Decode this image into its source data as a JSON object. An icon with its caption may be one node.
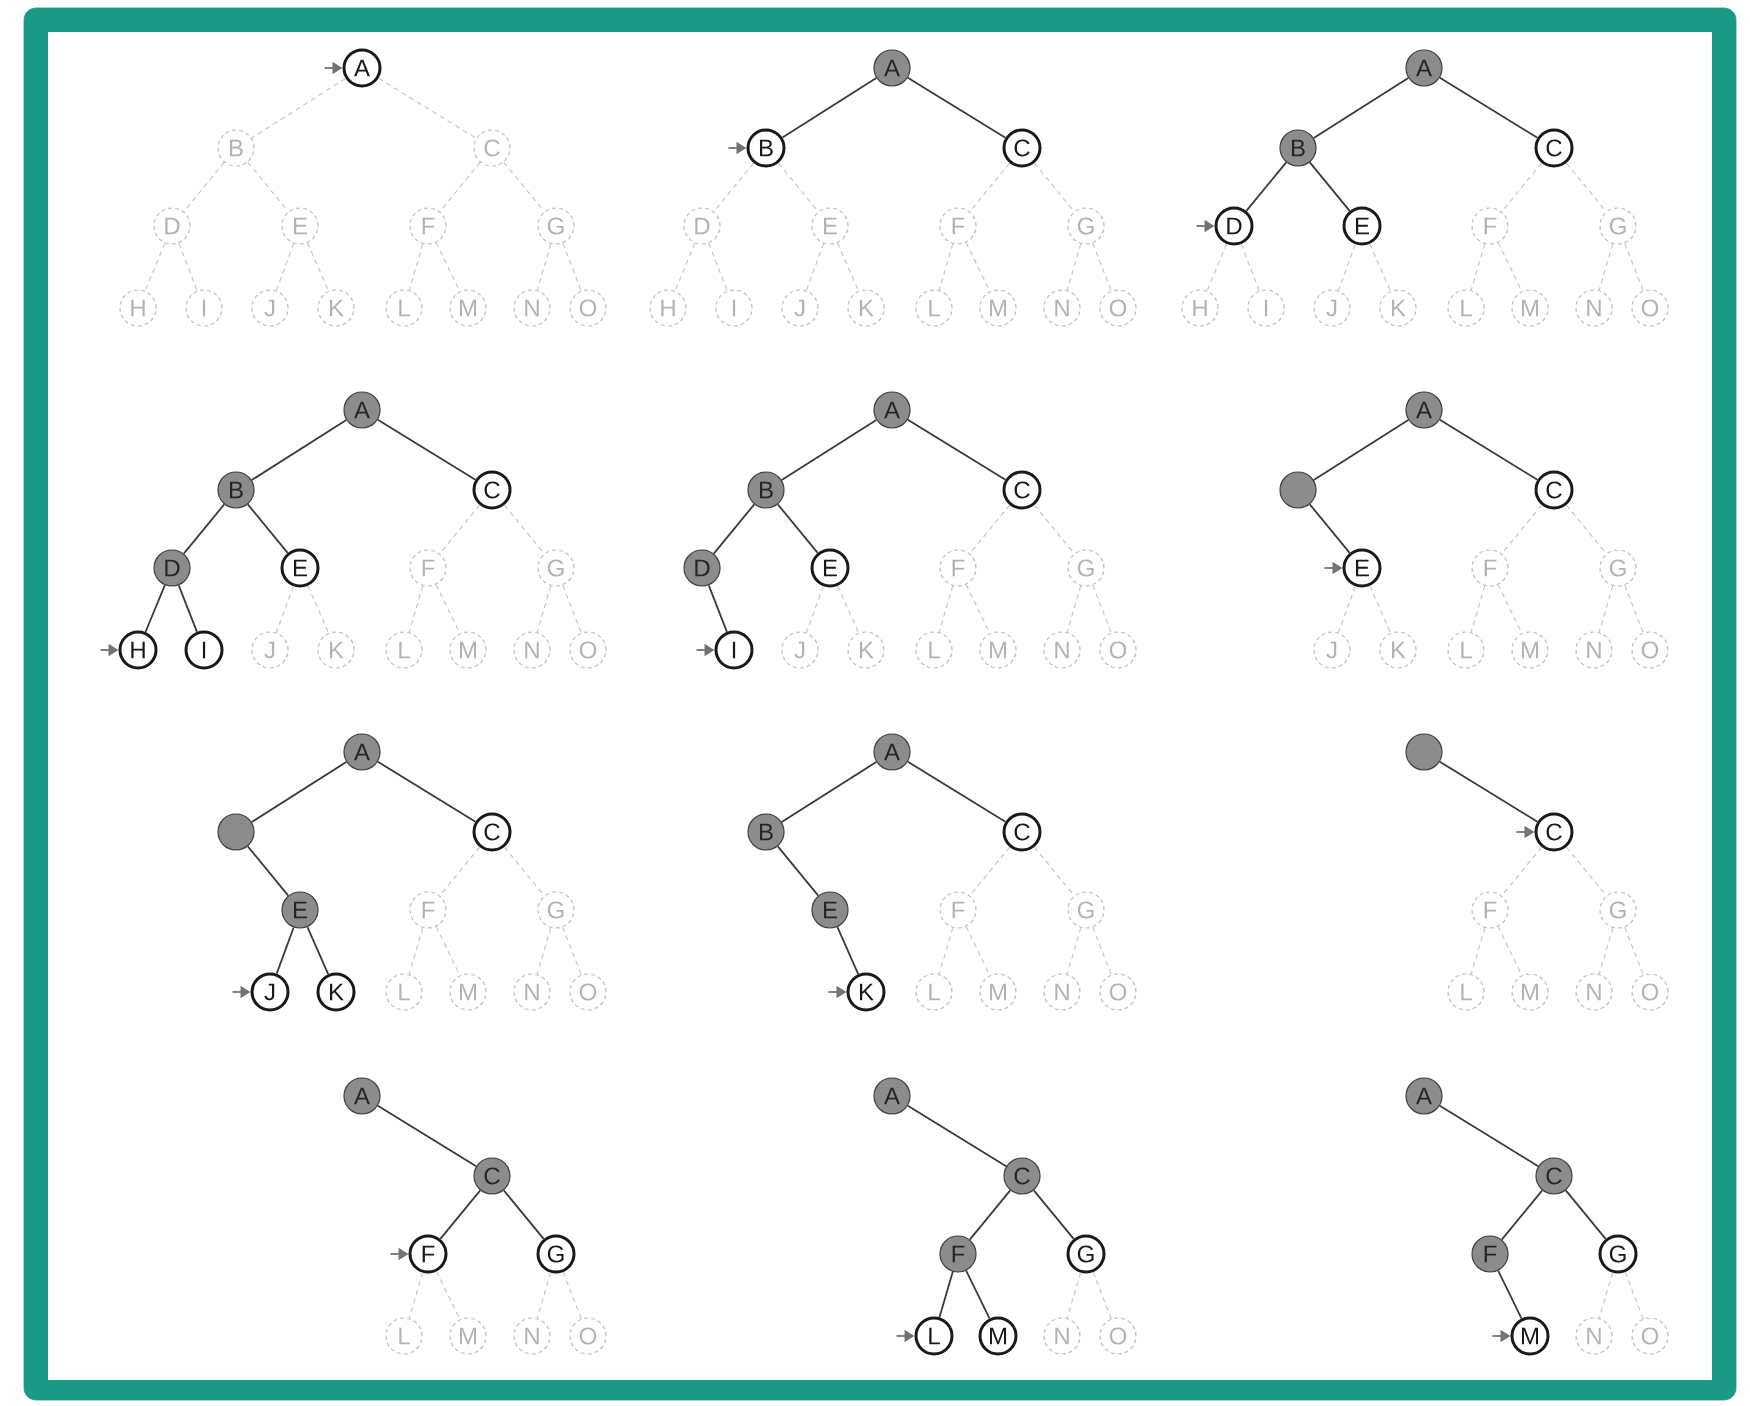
{
  "diagram": {
    "nodes": [
      {
        "text": [
          "A"
        ]
      },
      {
        "text": [
          "B"
        ]
      },
      {
        "text": [
          "C"
        ]
      },
      {
        "text": [
          "D"
        ]
      },
      {
        "text": [
          "E"
        ]
      },
      {
        "text": [
          "F"
        ]
      },
      {
        "text": [
          "G"
        ]
      },
      {
        "text": [
          "H"
        ]
      },
      {
        "text": [
          "I"
        ]
      },
      {
        "text": [
          "J"
        ]
      },
      {
        "text": [
          "K"
        ]
      },
      {
        "text": [
          "L"
        ]
      },
      {
        "text": [
          "M"
        ]
      },
      {
        "text": [
          "N"
        ]
      },
      {
        "text": [
          "O"
        ]
      },
      {
        "text": [
          "A"
        ]
      },
      {
        "text": [
          "B"
        ]
      },
      {
        "text": [
          "C"
        ]
      },
      {
        "text": [
          "D"
        ]
      },
      {
        "text": [
          "E"
        ]
      },
      {
        "text": [
          "F"
        ]
      },
      {
        "text": [
          "G"
        ]
      },
      {
        "text": [
          "H"
        ]
      },
      {
        "text": [
          "I"
        ]
      },
      {
        "text": [
          "J"
        ]
      },
      {
        "text": [
          "K"
        ]
      },
      {
        "text": [
          "L"
        ]
      },
      {
        "text": [
          "M"
        ]
      },
      {
        "text": [
          "N"
        ]
      },
      {
        "text": [
          "O"
        ]
      },
      {
        "text": [
          "A"
        ]
      },
      {
        "text": [
          "B"
        ]
      },
      {
        "text": [
          "C"
        ]
      },
      {
        "text": [
          "D"
        ]
      },
      {
        "text": [
          "E"
        ]
      },
      {
        "text": [
          "F"
        ]
      },
      {
        "text": [
          "G"
        ]
      },
      {
        "text": [
          "H"
        ]
      },
      {
        "text": [
          "I"
        ]
      },
      {
        "text": [
          "J"
        ]
      },
      {
        "text": [
          "K"
        ]
      },
      {
        "text": [
          "L"
        ]
      },
      {
        "text": [
          "M"
        ]
      },
      {
        "text": [
          "N"
        ]
      },
      {
        "text": [
          "O"
        ]
      },
      {
        "text": [
          "A"
        ]
      },
      {
        "text": [
          "B"
        ]
      },
      {
        "text": [
          "C"
        ]
      },
      {
        "text": [
          "D"
        ]
      },
      {
        "text": [
          "E"
        ]
      },
      {
        "text": [
          "F"
        ]
      },
      {
        "text": [
          "G"
        ]
      },
      {
        "text": [
          "H"
        ]
      },
      {
        "text": [
          "I"
        ]
      },
      {
        "text": [
          "J"
        ]
      },
      {
        "text": [
          "K"
        ]
      },
      {
        "text": [
          "L"
        ]
      },
      {
        "text": [
          "M"
        ]
      },
      {
        "text": [
          "N"
        ]
      },
      {
        "text": [
          "O"
        ]
      },
      {
        "text": [
          "A"
        ]
      },
      {
        "text": [
          "B"
        ]
      },
      {
        "text": [
          "C"
        ]
      },
      {
        "text": [
          "D"
        ]
      },
      {
        "text": [
          "E"
        ]
      },
      {
        "text": [
          "F"
        ]
      },
      {
        "text": [
          "G"
        ]
      },
      {
        "text": [
          "I"
        ]
      },
      {
        "text": [
          "J"
        ]
      },
      {
        "text": [
          "K"
        ]
      },
      {
        "text": [
          "L"
        ]
      },
      {
        "text": [
          "M"
        ]
      },
      {
        "text": [
          "N"
        ]
      },
      {
        "text": [
          "O"
        ]
      },
      {
        "text": [
          "A"
        ]
      },
      {
        "text": [],
        "shape": "circle"
      },
      {
        "text": [
          "C"
        ]
      },
      {
        "text": [
          "E"
        ]
      },
      {
        "text": [
          "F"
        ]
      },
      {
        "text": [
          "G"
        ]
      },
      {
        "text": [
          "J"
        ]
      },
      {
        "text": [
          "K"
        ]
      },
      {
        "text": [
          "L"
        ]
      },
      {
        "text": [
          "M"
        ]
      },
      {
        "text": [
          "N"
        ]
      },
      {
        "text": [
          "O"
        ]
      },
      {
        "text": [
          "A"
        ]
      },
      {
        "text": [],
        "shape": "circle"
      },
      {
        "text": [
          "C"
        ]
      },
      {
        "text": [
          "E"
        ]
      },
      {
        "text": [
          "F"
        ]
      },
      {
        "text": [
          "G"
        ]
      },
      {
        "text": [
          "J"
        ]
      },
      {
        "text": [
          "K"
        ]
      },
      {
        "text": [
          "L"
        ]
      },
      {
        "text": [
          "M"
        ]
      },
      {
        "text": [
          "N"
        ]
      },
      {
        "text": [
          "O"
        ]
      },
      {
        "text": [
          "A"
        ]
      },
      {
        "text": [
          "B"
        ]
      },
      {
        "text": [
          "C"
        ]
      },
      {
        "text": [
          "E"
        ]
      },
      {
        "text": [
          "F"
        ]
      },
      {
        "text": [
          "G"
        ]
      },
      {
        "text": [
          "K"
        ]
      },
      {
        "text": [
          "L"
        ]
      },
      {
        "text": [
          "M"
        ]
      },
      {
        "text": [
          "N"
        ]
      },
      {
        "text": [
          "O"
        ]
      },
      {
        "text": [],
        "shape": "circle"
      },
      {
        "text": [
          "C"
        ]
      },
      {
        "text": [
          "F"
        ]
      },
      {
        "text": [
          "G"
        ]
      },
      {
        "text": [
          "L"
        ]
      },
      {
        "text": [
          "M"
        ]
      },
      {
        "text": [
          "N"
        ]
      },
      {
        "text": [
          "O"
        ]
      },
      {
        "text": [
          "A"
        ]
      },
      {
        "text": [
          "C"
        ]
      },
      {
        "text": [
          "F"
        ]
      },
      {
        "text": [
          "G"
        ]
      },
      {
        "text": [
          "L"
        ]
      },
      {
        "text": [
          "M"
        ]
      },
      {
        "text": [
          "N"
        ]
      },
      {
        "text": [
          "O"
        ]
      },
      {
        "text": [
          "A"
        ]
      },
      {
        "text": [
          "C"
        ]
      },
      {
        "text": [
          "F"
        ]
      },
      {
        "text": [
          "G"
        ]
      },
      {
        "text": [
          "L"
        ]
      },
      {
        "text": [
          "M"
        ]
      },
      {
        "text": [
          "N"
        ]
      },
      {
        "text": [
          "O"
        ]
      },
      {
        "text": [
          "A"
        ]
      },
      {
        "text": [
          "C"
        ]
      },
      {
        "text": [
          "F"
        ]
      },
      {
        "text": [
          "G"
        ]
      },
      {
        "text": [
          "M"
        ]
      },
      {
        "text": [
          "N"
        ]
      },
      {
        "text": [
          "O"
        ]
      }
    ],
    "edges": [
      {
        "from": 0,
        "to": 1,
        "arrow": "none",
        "style": "dashed"
      },
      {
        "from": 0,
        "to": 2,
        "arrow": "none",
        "style": "dashed"
      },
      {
        "from": 1,
        "to": 3,
        "arrow": "none",
        "style": "dashed"
      },
      {
        "from": 1,
        "to": 4,
        "arrow": "none",
        "style": "dashed"
      },
      {
        "from": 2,
        "to": 5,
        "arrow": "none",
        "style": "dashed"
      },
      {
        "from": 2,
        "to": 6,
        "arrow": "none",
        "style": "dashed"
      },
      {
        "from": 3,
        "to": 7,
        "arrow": "none",
        "style": "dashed"
      },
      {
        "from": 3,
        "to": 8,
        "arrow": "none",
        "style": "dashed"
      },
      {
        "from": 4,
        "to": 9,
        "arrow": "none",
        "style": "dashed"
      },
      {
        "from": 4,
        "to": 10,
        "arrow": "none",
        "style": "dashed"
      },
      {
        "from": 5,
        "to": 11,
        "arrow": "none",
        "style": "dashed"
      },
      {
        "from": 5,
        "to": 12,
        "arrow": "none",
        "style": "dashed"
      },
      {
        "from": 6,
        "to": 13,
        "arrow": "none",
        "style": "dashed"
      },
      {
        "from": 6,
        "to": 14,
        "arrow": "none",
        "style": "dashed"
      },
      {
        "from": null,
        "to": 0,
        "arrow": "to"
      },
      {
        "from": 15,
        "to": 16,
        "arrow": "none",
        "color": "#3a3a3a"
      },
      {
        "from": 15,
        "to": 17,
        "arrow": "none",
        "color": "#3a3a3a"
      },
      {
        "from": 16,
        "to": 18,
        "arrow": "none",
        "style": "dashed"
      },
      {
        "from": 16,
        "to": 19,
        "arrow": "none",
        "style": "dashed"
      },
      {
        "from": 17,
        "to": 20,
        "arrow": "none",
        "style": "dashed"
      },
      {
        "from": 17,
        "to": 21,
        "arrow": "none",
        "style": "dashed"
      },
      {
        "from": 18,
        "to": 22,
        "arrow": "none",
        "style": "dashed"
      },
      {
        "from": 18,
        "to": 23,
        "arrow": "none",
        "style": "dashed"
      },
      {
        "from": 19,
        "to": 24,
        "arrow": "none",
        "style": "dashed"
      },
      {
        "from": 19,
        "to": 25,
        "arrow": "none",
        "style": "dashed"
      },
      {
        "from": 20,
        "to": 26,
        "arrow": "none",
        "style": "dashed"
      },
      {
        "from": 20,
        "to": 27,
        "arrow": "none",
        "style": "dashed"
      },
      {
        "from": 21,
        "to": 28,
        "arrow": "none",
        "style": "dashed"
      },
      {
        "from": 21,
        "to": 29,
        "arrow": "none",
        "style": "dashed"
      },
      {
        "from": null,
        "to": 16,
        "arrow": "to"
      },
      {
        "from": 30,
        "to": 31,
        "arrow": "none",
        "color": "#3a3a3a"
      },
      {
        "from": 30,
        "to": 32,
        "arrow": "none",
        "color": "#3a3a3a"
      },
      {
        "from": 31,
        "to": 33,
        "arrow": "none",
        "color": "#3a3a3a"
      },
      {
        "from": 31,
        "to": 34,
        "arrow": "none",
        "color": "#3a3a3a"
      },
      {
        "from": 32,
        "to": 35,
        "arrow": "none",
        "style": "dashed"
      },
      {
        "from": 32,
        "to": 36,
        "arrow": "none",
        "style": "dashed"
      },
      {
        "from": 33,
        "to": 37,
        "arrow": "none",
        "style": "dashed"
      },
      {
        "from": 33,
        "to": 38,
        "arrow": "none",
        "style": "dashed"
      },
      {
        "from": 34,
        "to": 39,
        "arrow": "none",
        "style": "dashed"
      },
      {
        "from": 34,
        "to": 40,
        "arrow": "none",
        "style": "dashed"
      },
      {
        "from": 35,
        "to": 41,
        "arrow": "none",
        "style": "dashed"
      },
      {
        "from": 35,
        "to": 42,
        "arrow": "none",
        "style": "dashed"
      },
      {
        "from": 36,
        "to": 43,
        "arrow": "none",
        "style": "dashed"
      },
      {
        "from": 36,
        "to": 44,
        "arrow": "none",
        "style": "dashed"
      },
      {
        "from": null,
        "to": 33,
        "arrow": "to"
      },
      {
        "from": 45,
        "to": 46,
        "arrow": "none",
        "color": "#3a3a3a"
      },
      {
        "from": 45,
        "to": 47,
        "arrow": "none",
        "color": "#3a3a3a"
      },
      {
        "from": 46,
        "to": 48,
        "arrow": "none",
        "color": "#3a3a3a"
      },
      {
        "from": 46,
        "to": 49,
        "arrow": "none",
        "color": "#3a3a3a"
      },
      {
        "from": 47,
        "to": 50,
        "arrow": "none",
        "style": "dashed"
      },
      {
        "from": 47,
        "to": 51,
        "arrow": "none",
        "style": "dashed"
      },
      {
        "from": 48,
        "to": 52,
        "arrow": "none",
        "color": "#3a3a3a"
      },
      {
        "from": 48,
        "to": 53,
        "arrow": "none",
        "color": "#3a3a3a"
      },
      {
        "from": 49,
        "to": 54,
        "arrow": "none",
        "style": "dashed"
      },
      {
        "from": 49,
        "to": 55,
        "arrow": "none",
        "style": "dashed"
      },
      {
        "from": 50,
        "to": 56,
        "arrow": "none",
        "style": "dashed"
      },
      {
        "from": 50,
        "to": 57,
        "arrow": "none",
        "style": "dashed"
      },
      {
        "from": 51,
        "to": 58,
        "arrow": "none",
        "style": "dashed"
      },
      {
        "from": 51,
        "to": 59,
        "arrow": "none",
        "style": "dashed"
      },
      {
        "from": null,
        "to": 52,
        "arrow": "to"
      },
      {
        "from": 60,
        "to": 61,
        "arrow": "none",
        "color": "#3a3a3a"
      },
      {
        "from": 60,
        "to": 62,
        "arrow": "none",
        "color": "#3a3a3a"
      },
      {
        "from": 61,
        "to": 63,
        "arrow": "none",
        "color": "#3a3a3a"
      },
      {
        "from": 61,
        "to": 64,
        "arrow": "none",
        "color": "#3a3a3a"
      },
      {
        "from": 62,
        "to": 65,
        "arrow": "none",
        "style": "dashed"
      },
      {
        "from": 62,
        "to": 66,
        "arrow": "none",
        "style": "dashed"
      },
      {
        "from": 63,
        "to": 67,
        "arrow": "none",
        "color": "#3a3a3a"
      },
      {
        "from": 64,
        "to": 68,
        "arrow": "none",
        "style": "dashed"
      },
      {
        "from": 64,
        "to": 69,
        "arrow": "none",
        "style": "dashed"
      },
      {
        "from": 65,
        "to": 70,
        "arrow": "none",
        "style": "dashed"
      },
      {
        "from": 65,
        "to": 71,
        "arrow": "none",
        "style": "dashed"
      },
      {
        "from": 66,
        "to": 72,
        "arrow": "none",
        "style": "dashed"
      },
      {
        "from": 66,
        "to": 73,
        "arrow": "none",
        "style": "dashed"
      },
      {
        "from": null,
        "to": 67,
        "arrow": "to"
      },
      {
        "from": 74,
        "to": 75,
        "arrow": "none",
        "color": "#3a3a3a"
      },
      {
        "from": 74,
        "to": 76,
        "arrow": "none",
        "color": "#3a3a3a"
      },
      {
        "from": 75,
        "to": 77,
        "arrow": "none",
        "color": "#3a3a3a"
      },
      {
        "from": 76,
        "to": 78,
        "arrow": "none",
        "style": "dashed"
      },
      {
        "from": 76,
        "to": 79,
        "arrow": "none",
        "style": "dashed"
      },
      {
        "from": 77,
        "to": 80,
        "arrow": "none",
        "style": "dashed"
      },
      {
        "from": 77,
        "to": 81,
        "arrow": "none",
        "style": "dashed"
      },
      {
        "from": 78,
        "to": 82,
        "arrow": "none",
        "style": "dashed"
      },
      {
        "from": 78,
        "to": 83,
        "arrow": "none",
        "style": "dashed"
      },
      {
        "from": 79,
        "to": 84,
        "arrow": "none",
        "style": "dashed"
      },
      {
        "from": 79,
        "to": 85,
        "arrow": "none",
        "style": "dashed"
      },
      {
        "from": null,
        "to": 77,
        "arrow": "to"
      },
      {
        "from": 86,
        "to": 87,
        "arrow": "none",
        "color": "#3a3a3a"
      },
      {
        "from": 86,
        "to": 88,
        "arrow": "none",
        "color": "#3a3a3a"
      },
      {
        "from": 87,
        "to": 89,
        "arrow": "none",
        "color": "#3a3a3a"
      },
      {
        "from": 88,
        "to": 90,
        "arrow": "none",
        "style": "dashed"
      },
      {
        "from": 88,
        "to": 91,
        "arrow": "none",
        "style": "dashed"
      },
      {
        "from": 89,
        "to": 92,
        "arrow": "none",
        "color": "#3a3a3a"
      },
      {
        "from": 89,
        "to": 93,
        "arrow": "none",
        "color": "#3a3a3a"
      },
      {
        "from": 90,
        "to": 94,
        "arrow": "none",
        "style": "dashed"
      },
      {
        "from": 90,
        "to": 95,
        "arrow": "none",
        "style": "dashed"
      },
      {
        "from": 91,
        "to": 96,
        "arrow": "none",
        "style": "dashed"
      },
      {
        "from": 91,
        "to": 97,
        "arrow": "none",
        "style": "dashed"
      },
      {
        "from": null,
        "to": 92,
        "arrow": "to"
      },
      {
        "from": 98,
        "to": 99,
        "arrow": "none",
        "color": "#3a3a3a"
      },
      {
        "from": 98,
        "to": 100,
        "arrow": "none",
        "color": "#3a3a3a"
      },
      {
        "from": 99,
        "to": 101,
        "arrow": "none",
        "color": "#3a3a3a"
      },
      {
        "from": 100,
        "to": 102,
        "arrow": "none",
        "style": "dashed"
      },
      {
        "from": 100,
        "to": 103,
        "arrow": "none",
        "style": "dashed"
      },
      {
        "from": 101,
        "to": 104,
        "arrow": "none",
        "color": "#3a3a3a"
      },
      {
        "from": 102,
        "to": 105,
        "arrow": "none",
        "style": "dashed"
      },
      {
        "from": 102,
        "to": 106,
        "arrow": "none",
        "style": "dashed"
      },
      {
        "from": 103,
        "to": 107,
        "arrow": "none",
        "style": "dashed"
      },
      {
        "from": 103,
        "to": 108,
        "arrow": "none",
        "style": "dashed"
      },
      {
        "from": null,
        "to": 104,
        "arrow": "to"
      },
      {
        "from": 109,
        "to": 110,
        "arrow": "none",
        "color": "#3a3a3a"
      },
      {
        "from": 110,
        "to": 111,
        "arrow": "none",
        "style": "dashed"
      },
      {
        "from": 110,
        "to": 112,
        "arrow": "none",
        "style": "dashed"
      },
      {
        "from": 111,
        "to": 113,
        "arrow": "none",
        "style": "dashed"
      },
      {
        "from": 111,
        "to": 114,
        "arrow": "none",
        "style": "dashed"
      },
      {
        "from": 112,
        "to": 115,
        "arrow": "none",
        "style": "dashed"
      },
      {
        "from": 112,
        "to": 116,
        "arrow": "none",
        "style": "dashed"
      },
      {
        "from": null,
        "to": 110,
        "arrow": "to"
      },
      {
        "from": 117,
        "to": 118,
        "arrow": "none",
        "color": "#3a3a3a"
      },
      {
        "from": 118,
        "to": 119,
        "arrow": "none",
        "color": "#3a3a3a"
      },
      {
        "from": 118,
        "to": 120,
        "arrow": "none",
        "color": "#3a3a3a"
      },
      {
        "from": 119,
        "to": 121,
        "arrow": "none",
        "style": "dashed"
      },
      {
        "from": 119,
        "to": 122,
        "arrow": "none",
        "style": "dashed"
      },
      {
        "from": 120,
        "to": 123,
        "arrow": "none",
        "style": "dashed"
      },
      {
        "from": 120,
        "to": 124,
        "arrow": "none",
        "style": "dashed"
      },
      {
        "from": null,
        "to": 119,
        "arrow": "to"
      },
      {
        "from": 125,
        "to": 126,
        "arrow": "none",
        "color": "#3a3a3a"
      },
      {
        "from": 126,
        "to": 127,
        "arrow": "none",
        "color": "#3a3a3a"
      },
      {
        "from": 126,
        "to": 128,
        "arrow": "none",
        "color": "#3a3a3a"
      },
      {
        "from": 127,
        "to": 129,
        "arrow": "none",
        "color": "#3a3a3a"
      },
      {
        "from": 127,
        "to": 130,
        "arrow": "none",
        "color": "#3a3a3a"
      },
      {
        "from": 128,
        "to": 131,
        "arrow": "none",
        "style": "dashed"
      },
      {
        "from": 128,
        "to": 132,
        "arrow": "none",
        "style": "dashed"
      },
      {
        "from": null,
        "to": 129,
        "arrow": "to"
      },
      {
        "from": 133,
        "to": 134,
        "arrow": "none",
        "color": "#3a3a3a"
      },
      {
        "from": 134,
        "to": 135,
        "arrow": "none",
        "color": "#3a3a3a"
      },
      {
        "from": 134,
        "to": 136,
        "arrow": "none",
        "color": "#3a3a3a"
      },
      {
        "from": 135,
        "to": 137,
        "arrow": "none",
        "color": "#3a3a3a"
      },
      {
        "from": 136,
        "to": 138,
        "arrow": "none",
        "style": "dashed"
      },
      {
        "from": 136,
        "to": 139,
        "arrow": "none",
        "style": "dashed"
      },
      {
        "from": null,
        "to": 137,
        "arrow": "to"
      }
    ]
  }
}
